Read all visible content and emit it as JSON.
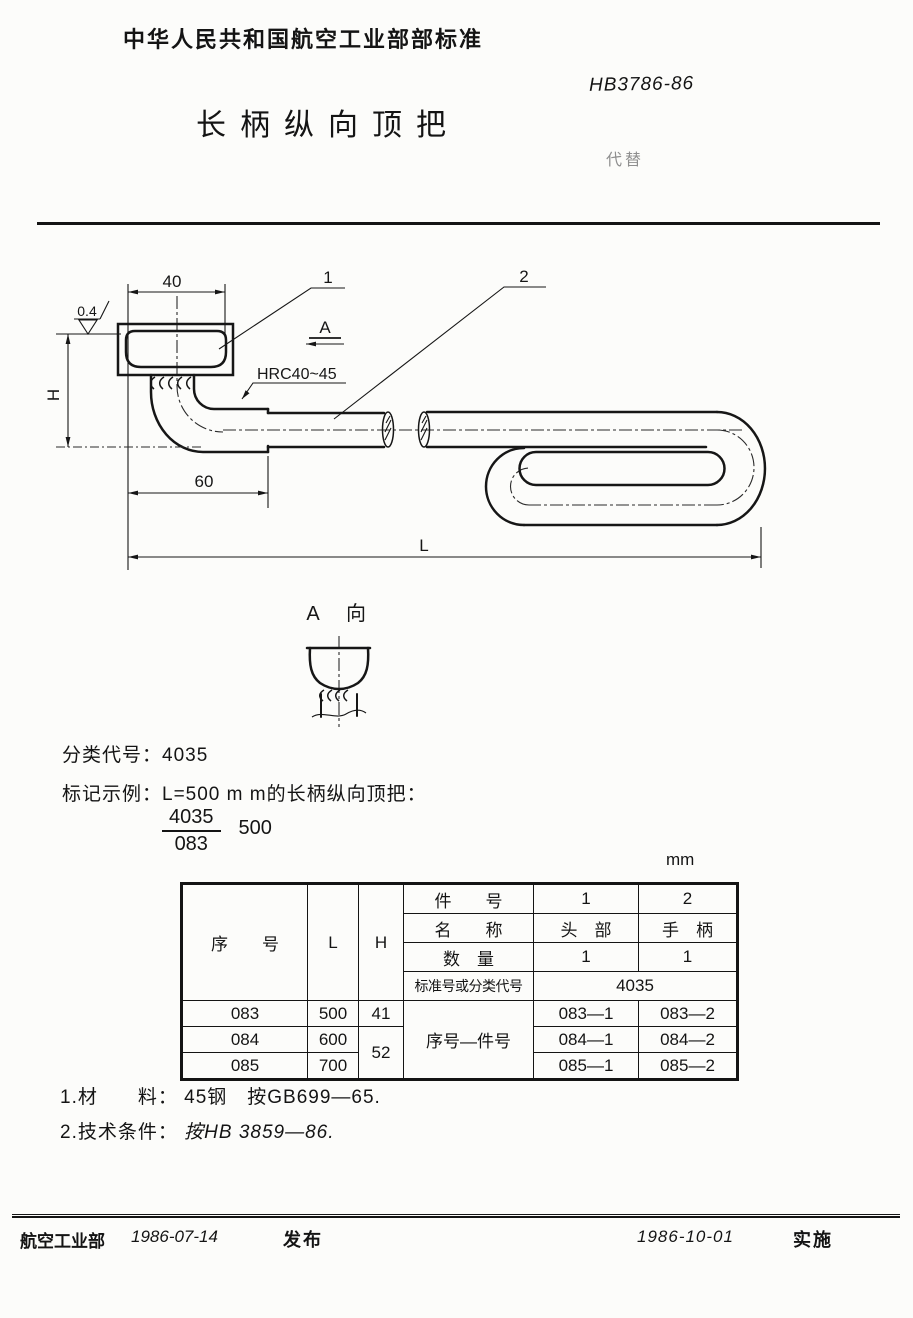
{
  "page": {
    "header": "中华人民共和国航空工业部部标准",
    "standard_no": "HB3786-86",
    "title": "长柄纵向顶把",
    "supersede_note": "代替"
  },
  "drawing": {
    "dim_40": "40",
    "roughness": "0.4",
    "dim_h": "H",
    "hardness": "HRC40~45",
    "dim_60": "60",
    "dim_l": "L",
    "callout_1": "1",
    "callout_2": "2",
    "view_arrow_label": "A",
    "view_a_label": "A",
    "view_a_dir": "向"
  },
  "classification": {
    "label": "分类代号：",
    "code": "4035"
  },
  "marking": {
    "label": "标记示例：",
    "description": "L=500 m m的长柄纵向顶把：",
    "fraction_numerator": "4035",
    "fraction_denominator": "083",
    "length_value": "500"
  },
  "table": {
    "unit": "mm",
    "header": {
      "seq": "序　　号",
      "l": "L",
      "h": "H",
      "part_no": "件　　号",
      "part_1": "1",
      "part_2": "2",
      "name": "名　　称",
      "name_1": "头　部",
      "name_2": "手　柄",
      "qty": "数　量",
      "qty_1": "1",
      "qty_2": "1",
      "std": "标准号或分类代号",
      "std_value": "4035",
      "combo": "序号—件号"
    },
    "rows": [
      {
        "seq": "083",
        "l": "500",
        "h": "41",
        "part1": "083—1",
        "part2": "083—2"
      },
      {
        "seq": "084",
        "l": "600",
        "h": "52",
        "part1": "084—1",
        "part2": "084—2"
      },
      {
        "seq": "085",
        "l": "700",
        "part1": "085—1",
        "part2": "085—2"
      }
    ]
  },
  "notes": {
    "note1_label": "1.材　　料：",
    "note1_text": "45钢　按GB699—65.",
    "note2_label": "2.技术条件：",
    "note2_text": "按HB 3859—86."
  },
  "footer": {
    "issuer": "航空工业部",
    "issue_date": "1986-07-14",
    "issue_action": "发布",
    "impl_date": "1986-10-01",
    "impl_action": "实施"
  }
}
